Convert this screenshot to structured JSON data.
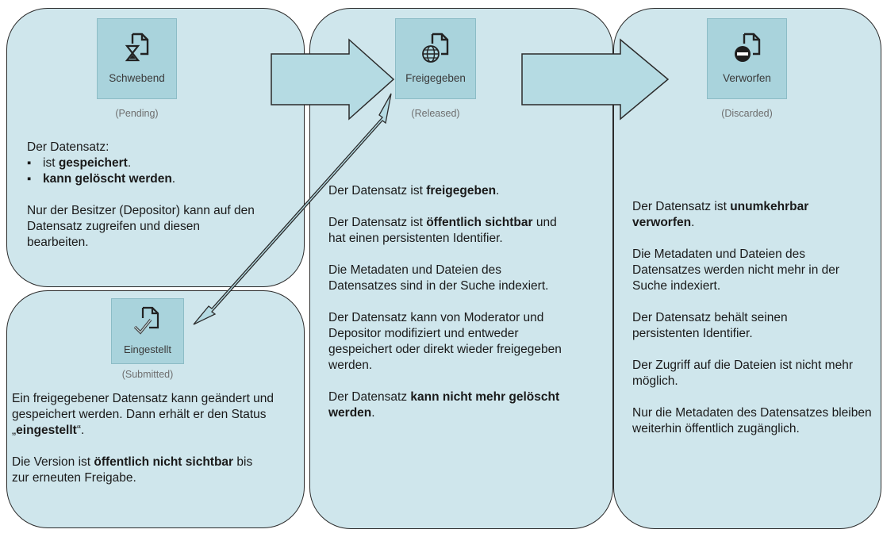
{
  "pending": {
    "icon_label": "Schwebend",
    "en_label": "(Pending)",
    "intro": "Der Datensatz:",
    "b1_pre": "ist ",
    "b1_bold": "gespeichert",
    "b1_post": ".",
    "b2_bold": "kann gelöscht werden",
    "b2_post": ".",
    "p2": "Nur der Besitzer (Depositor) kann auf den Datensatz zugreifen und diesen bearbeiten."
  },
  "submitted": {
    "icon_label": "Eingestellt",
    "en_label": "(Submitted)",
    "p1_pre": "Ein freigegebener Datensatz kann geändert und gespeichert werden. Dann erhält er den Status „",
    "p1_bold": "eingestellt",
    "p1_post": "“.",
    "p2_pre": "Die Version ist ",
    "p2_bold": "öffentlich nicht sichtbar",
    "p2_post": " bis zur erneuten Freigabe."
  },
  "released": {
    "icon_label": "Freigegeben",
    "en_label": "(Released)",
    "p1_pre": "Der Datensatz ist ",
    "p1_bold": "freigegeben",
    "p1_post": ".",
    "p2_pre": "Der Datensatz ist ",
    "p2_bold": "öffentlich sichtbar",
    "p2_post": " und hat einen persistenten Identifier.",
    "p3": "Die Metadaten und Dateien des Datensatzes sind in der Suche indexiert.",
    "p4": "Der Datensatz kann von Moderator und Depositor modifiziert und entweder gespeichert oder direkt wieder freigegeben werden.",
    "p5_pre": "Der Datensatz ",
    "p5_bold": "kann nicht mehr gelöscht werden",
    "p5_post": "."
  },
  "discarded": {
    "icon_label": "Verworfen",
    "en_label": "(Discarded)",
    "p1_pre": "Der Datensatz ist ",
    "p1_bold": "unumkehrbar verworfen",
    "p1_post": ".",
    "p2": "Die Metadaten und Dateien des Datensatzes werden nicht mehr in der Suche indexiert.",
    "p3": "Der Datensatz behält seinen persistenten Identifier.",
    "p4": "Der Zugriff auf die Dateien ist nicht mehr möglich.",
    "p5": "Nur die Metadaten des Datensatzes bleiben weiterhin öffentlich zugänglich."
  },
  "colors": {
    "panel_fill": "#cfe6ec",
    "icon_box_fill": "#a9d3dc",
    "arrow_fill": "#b5dbe3",
    "outline": "#2b2b2b"
  }
}
